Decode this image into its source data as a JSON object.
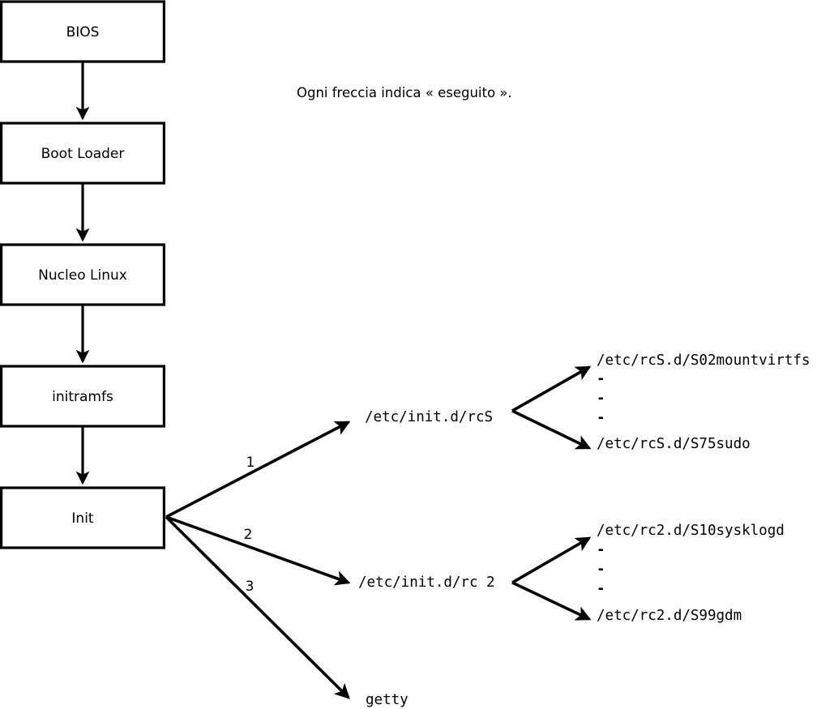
{
  "diagram": {
    "title_caption": "Ogni freccia indica « eseguito ».",
    "boot_chain": [
      {
        "id": "bios",
        "label": "BIOS"
      },
      {
        "id": "boot-loader",
        "label": "Boot Loader"
      },
      {
        "id": "nucleo-linux",
        "label": "Nucleo Linux"
      },
      {
        "id": "initramfs",
        "label": "initramfs"
      },
      {
        "id": "init",
        "label": "Init"
      }
    ],
    "init_branches": [
      {
        "number": "1",
        "target": "/etc/init.d/rcS"
      },
      {
        "number": "2",
        "target": "/etc/init.d/rc 2"
      },
      {
        "number": "3",
        "target": "getty"
      }
    ],
    "rcs_scripts": {
      "first": "/etc/rcS.d/S02mountvirtfs",
      "ellipsis": [
        "-",
        "-",
        "-"
      ],
      "last": "/etc/rcS.d/S75sudo"
    },
    "rc2_scripts": {
      "first": "/etc/rc2.d/S10sysklogd",
      "ellipsis": [
        "-",
        "-",
        "-"
      ],
      "last": "/etc/rc2.d/S99gdm"
    },
    "colors": {
      "stroke": "#000000",
      "background": "#ffffff",
      "box_fill": "#ffffff"
    }
  }
}
